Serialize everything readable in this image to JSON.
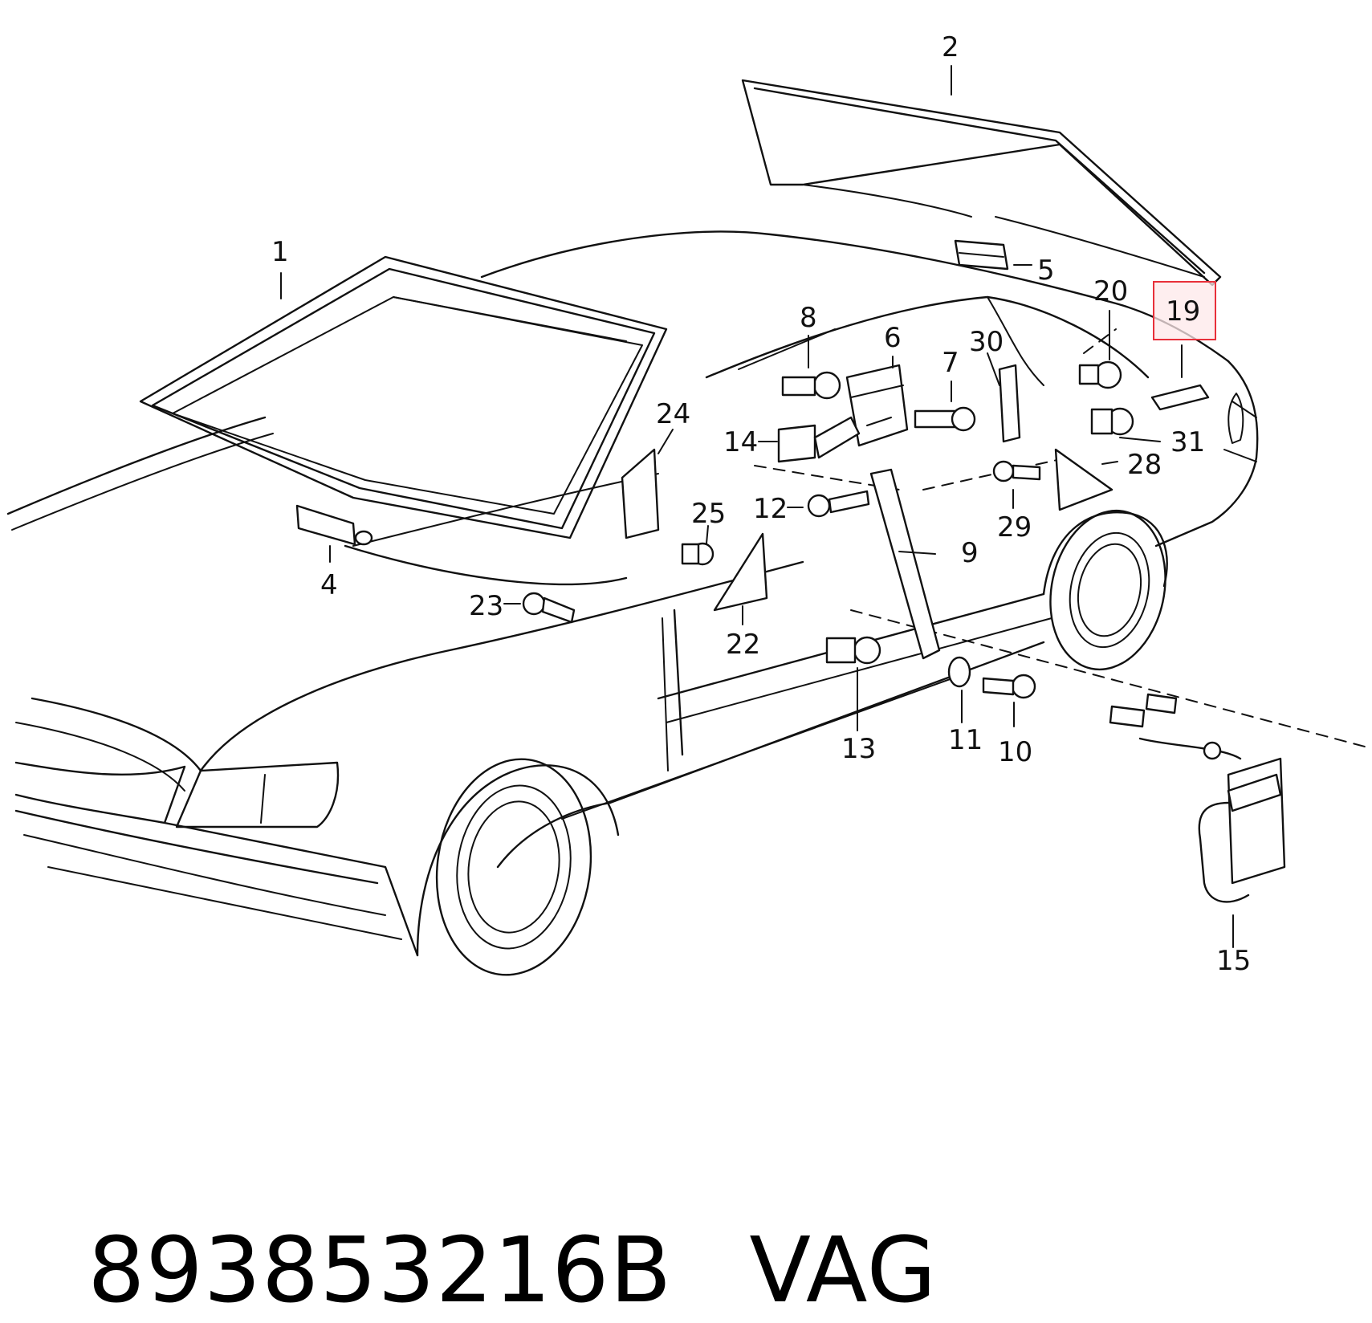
{
  "diagram": {
    "callouts": [
      "1",
      "2",
      "4",
      "5",
      "6",
      "7",
      "8",
      "9",
      "10",
      "11",
      "12",
      "13",
      "14",
      "15",
      "19",
      "20",
      "22",
      "23",
      "24",
      "25",
      "28",
      "29",
      "30",
      "31"
    ],
    "highlighted_callout": "19",
    "highlight_color": "#e8303a"
  },
  "caption": {
    "part_number": "893853216B",
    "brand": "VAG"
  }
}
